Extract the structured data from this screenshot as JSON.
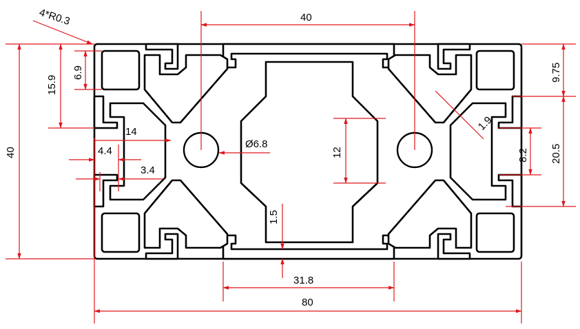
{
  "drawing": {
    "note_radius": "4*R0.3",
    "dimensions": {
      "top_width": "40",
      "height_15_9": "15.9",
      "height_6_9": "6.9",
      "overall_height": "40",
      "dim_14": "14",
      "hole_diameter": "Ø6.8",
      "dim_4_4": "4.4",
      "dim_3_4": "3.4",
      "dim_12": "12",
      "dim_1_5": "1.5",
      "slot_width": "31.8",
      "overall_width": "80",
      "right_9_75": "9.75",
      "wall_1_9": "1.9",
      "right_20_5": "20.5",
      "right_8_2": "8.2"
    },
    "colors": {
      "dimension_line": "#e0161b",
      "profile_outline": "#000000",
      "background": "#ffffff"
    }
  }
}
